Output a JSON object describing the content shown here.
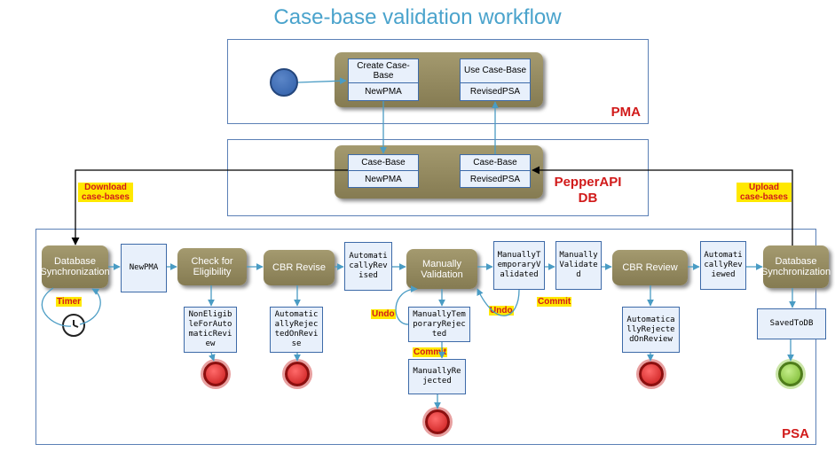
{
  "title": "Case-base validation workflow",
  "zones": {
    "pma": "PMA",
    "pepper_line1": "PepperAPI",
    "pepper_line2": "DB",
    "psa": "PSA"
  },
  "pma": {
    "create_top": "Create Case-Base",
    "create_bottom": "NewPMA",
    "use_top": "Use Case-Base",
    "use_bottom": "RevisedPSA"
  },
  "db": {
    "left_top": "Case-Base",
    "left_bottom": "NewPMA",
    "right_top": "Case-Base",
    "right_bottom": "RevisedPSA"
  },
  "labels": {
    "download": "Download case-bases",
    "upload": "Upload case-bases",
    "timer": "Timer",
    "undo1": "Undo",
    "undo2": "Undo",
    "commit1": "Commit",
    "commit2": "Commit"
  },
  "states": {
    "db_sync_left": "Database Synchronization",
    "check": "Check for Eligibility",
    "cbr_revise": "CBR Revise",
    "manual_validation": "Manually Validation",
    "cbr_review": "CBR Review",
    "db_sync_right": "Database Synchronization"
  },
  "boxes": {
    "newpma": "NewPMA",
    "auto_revised": "AutomaticallyRevised",
    "manual_temp_validated": "ManuallyTemporaryValidated",
    "manually_validated": "ManuallyValidated",
    "auto_reviewed": "AutomaticallyReviewed",
    "non_eligible": "NonEligibleForAutomaticReview",
    "auto_rejected_revise": "AutomaticallyRejectedOnRevise",
    "manual_temp_rejected": "ManuallyTemporaryRejected",
    "manually_rejected": "ManuallyRejected",
    "auto_rejected_review": "AutomaticallyRejectedOnReview",
    "saved_to_db": "SavedToDB"
  },
  "colors": {
    "title": "#4aa3cc",
    "state": "#948a5e",
    "box_fill": "#e8f0fb",
    "zone_label": "#d11a1a",
    "highlight": "#ffe800"
  }
}
